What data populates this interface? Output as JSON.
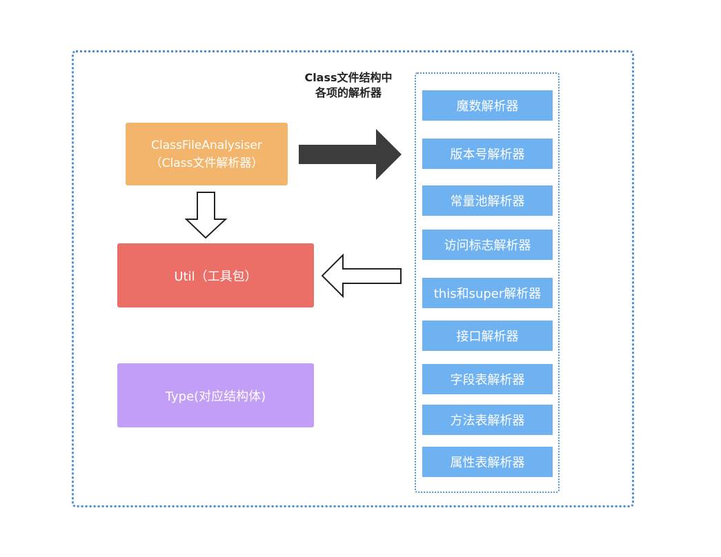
{
  "diagram": {
    "caption_lines": [
      "Class文件结构中",
      "各项的解析器"
    ],
    "analyser": {
      "name": "ClassFileAnalysiser",
      "subtitle": "（Class文件解析器）"
    },
    "util": {
      "label": "Util（工具包）"
    },
    "type": {
      "label": "Type(对应结构体)"
    },
    "parsers": [
      "魔数解析器",
      "版本号解析器",
      "常量池解析器",
      "访问标志解析器",
      "this和super解析器",
      "接口解析器",
      "字段表解析器",
      "方法表解析器",
      "属性表解析器"
    ],
    "colors": {
      "analyser": "#f2b56b",
      "util": "#ec6f67",
      "type": "#c39ef6",
      "parser": "#6fb2f2",
      "frame": "#4a90d9",
      "solid_arrow": "#3c3c3c"
    }
  }
}
